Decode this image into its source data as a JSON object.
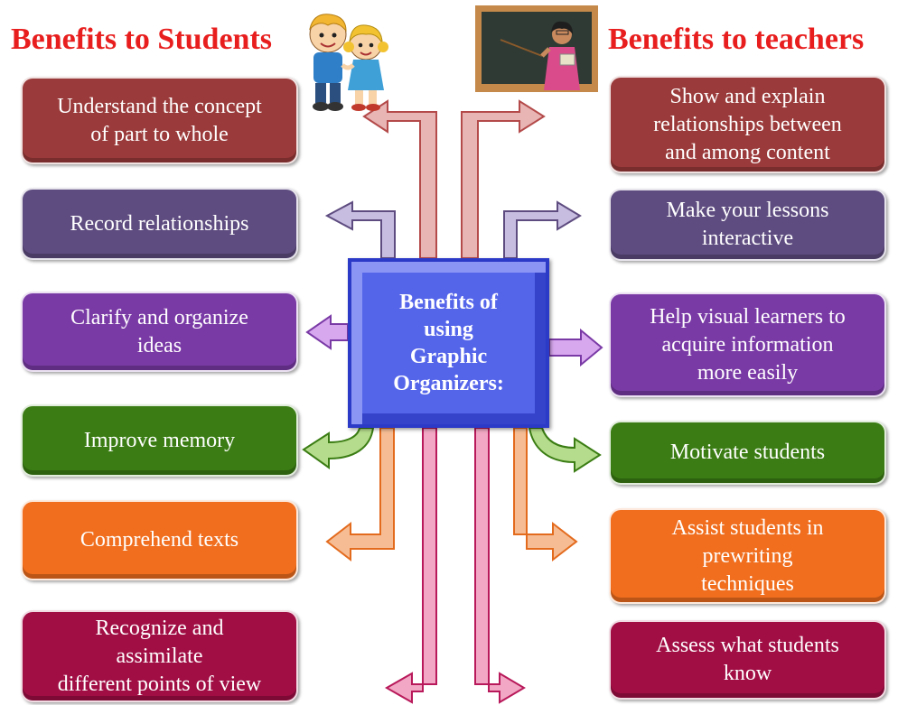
{
  "headings": {
    "students": "Benefits to Students",
    "teachers": "Benefits to teachers"
  },
  "center": {
    "text": "Benefits of\nusing\nGraphic\nOrganizers:"
  },
  "students": [
    {
      "text": "Understand the concept\nof part to whole",
      "color": "#9b3a3a"
    },
    {
      "text": "Record relationships",
      "color": "#5e4c80"
    },
    {
      "text": "Clarify and organize\nideas",
      "color": "#7a3aa6"
    },
    {
      "text": "Improve memory",
      "color": "#3b7d14"
    },
    {
      "text": "Comprehend texts",
      "color": "#f06e1e"
    },
    {
      "text": "Recognize and\nassimilate\ndifferent points of view",
      "color": "#a10e44"
    }
  ],
  "teachers": [
    {
      "text": "Show and explain\nrelationships between\nand among content",
      "color": "#9b3a3a"
    },
    {
      "text": "Make your lessons\ninteractive",
      "color": "#5e4c80"
    },
    {
      "text": "Help visual learners to\nacquire information\nmore easily",
      "color": "#7a3aa6"
    },
    {
      "text": "Motivate students",
      "color": "#3b7d14"
    },
    {
      "text": "Assist students in\nprewriting\ntechniques",
      "color": "#f06e1e"
    },
    {
      "text": "Assess what students\nknow",
      "color": "#a10e44"
    }
  ],
  "arrow_colors": {
    "red": "#e8b4b4",
    "purple": "#c7bde0",
    "violet": "#d8a8ef",
    "green": "#b5dc8c",
    "orange": "#f6bd95",
    "crimson": "#f2a8c4"
  },
  "images": {
    "students": "children-illustration",
    "teacher": "teacher-at-chalkboard-illustration"
  }
}
